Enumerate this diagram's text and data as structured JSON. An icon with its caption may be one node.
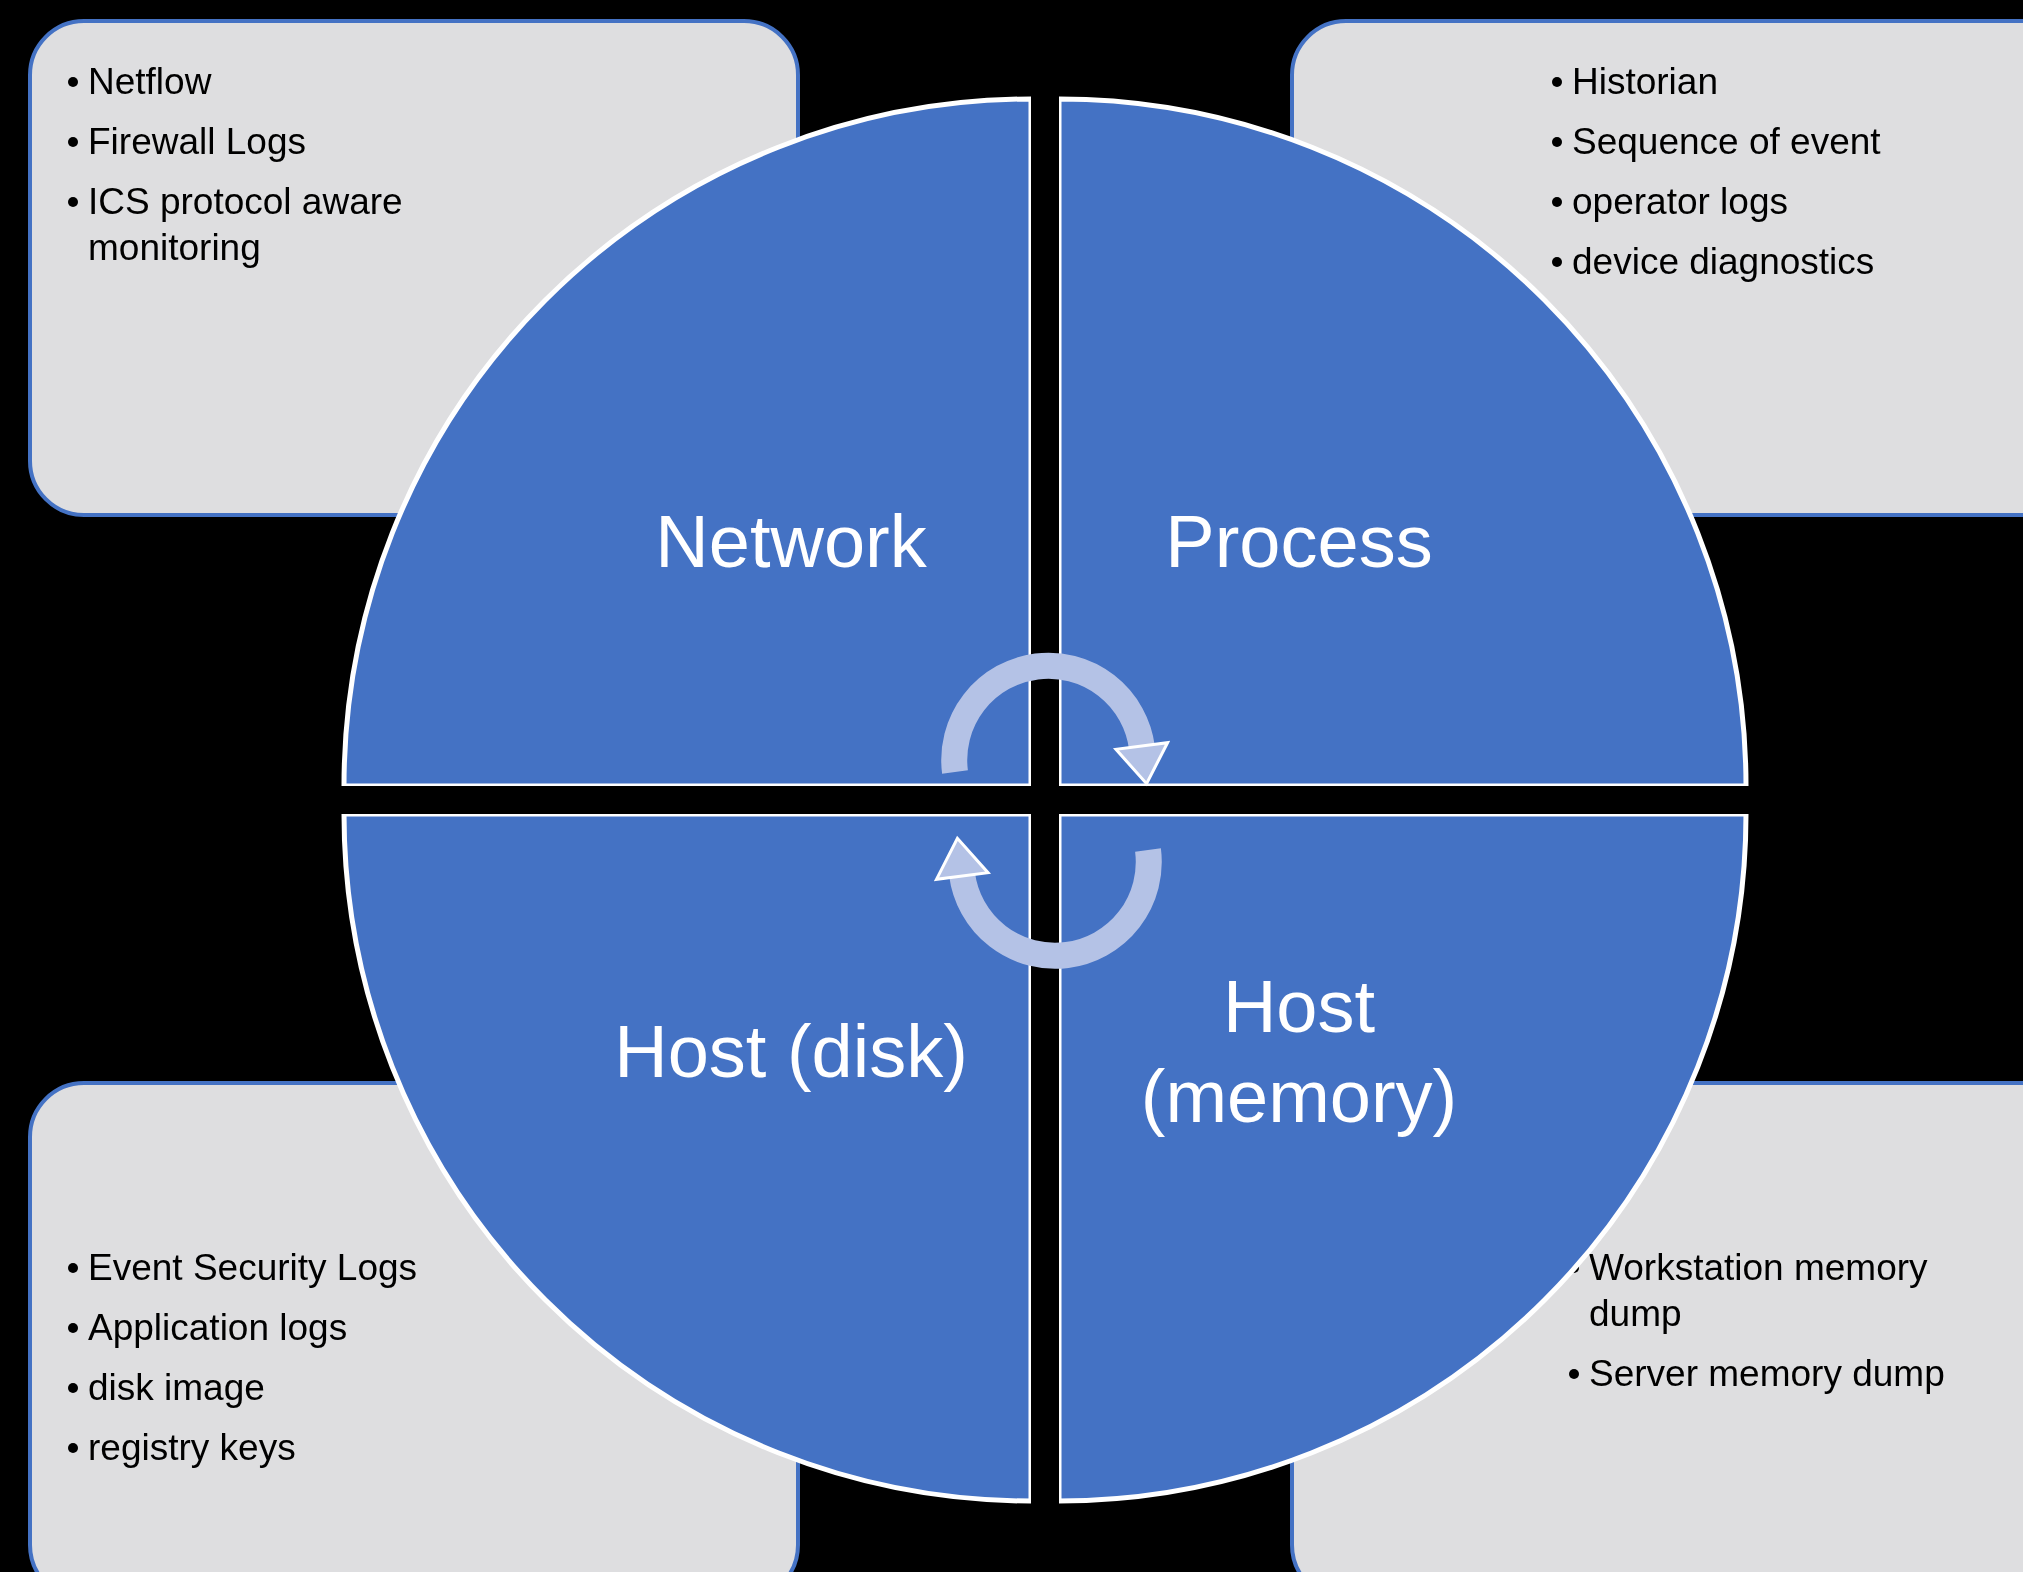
{
  "diagram": {
    "nodes": [
      {
        "text": [
          "Netflow",
          "Firewall Logs",
          "ICS protocol aware monitoring"
        ]
      },
      {
        "text": [
          "Historian",
          "Sequence of event",
          "operator logs",
          "device diagnostics"
        ]
      },
      {
        "text": [
          "Event Security Logs",
          "Application logs",
          "disk image",
          "registry keys"
        ]
      },
      {
        "text": [
          "Workstation memory dump",
          "Server memory dump"
        ]
      },
      {
        "text": [
          "Network"
        ]
      },
      {
        "text": [
          "Process"
        ]
      },
      {
        "text": [
          "Host (disk)"
        ]
      },
      {
        "text": [
          "Host (memory)"
        ]
      }
    ],
    "edges": [
      {
        "from": 4,
        "to": 5,
        "arrow": "to"
      },
      {
        "from": 7,
        "to": 6,
        "arrow": "to"
      }
    ]
  }
}
